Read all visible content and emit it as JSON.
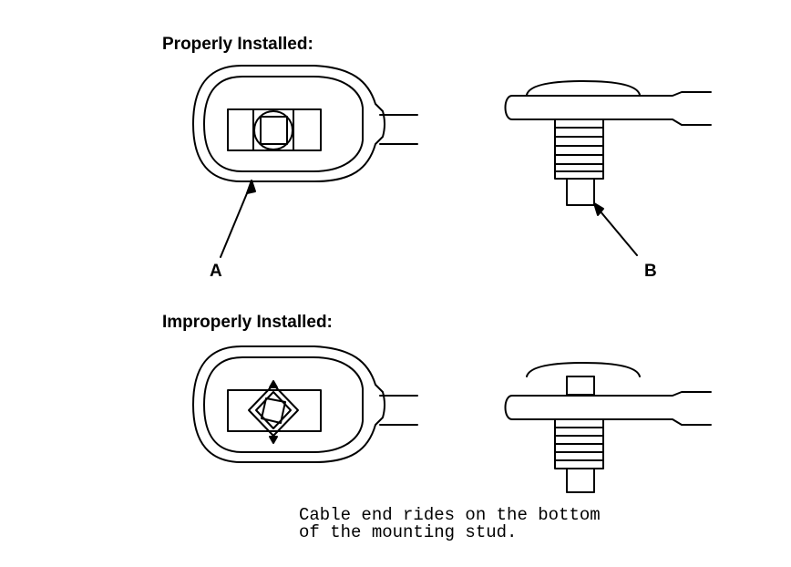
{
  "headings": {
    "proper": "Properly Installed:",
    "improper": "Improperly Installed:"
  },
  "callouts": {
    "a": "A",
    "b": "B"
  },
  "note": {
    "line1": "Cable end rides on the bottom",
    "line2": "of the mounting stud."
  },
  "colors": {
    "line": "#000000",
    "background": "#ffffff"
  }
}
